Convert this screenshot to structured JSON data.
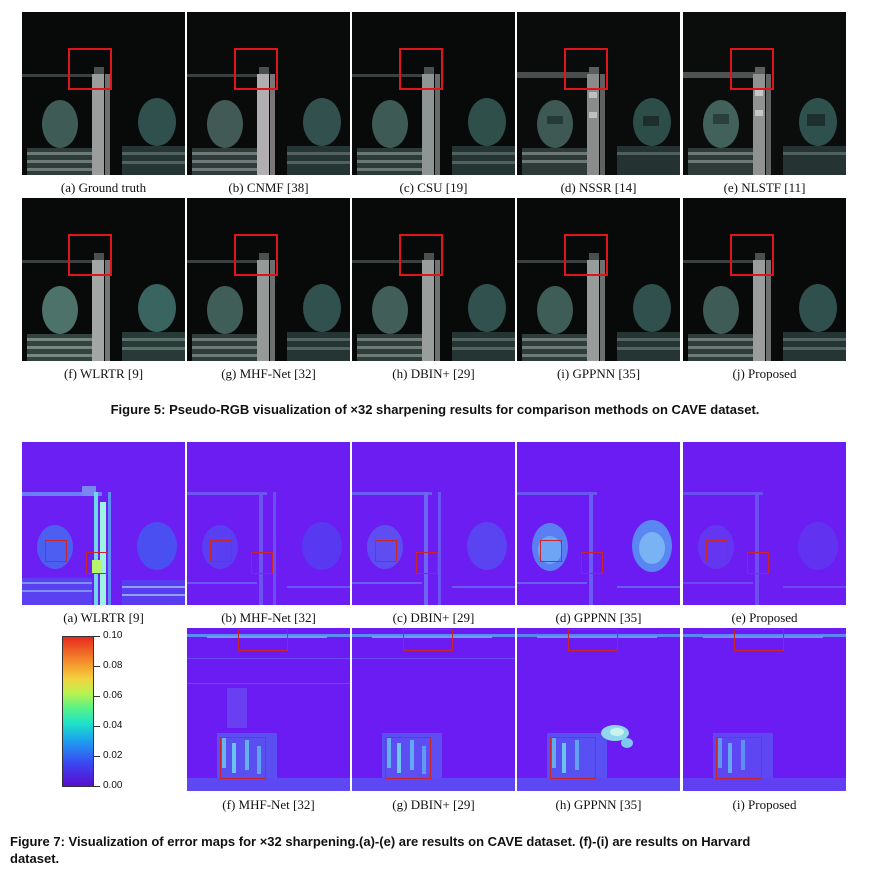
{
  "figure5": {
    "row1_labels": [
      "(a) Ground truth",
      "(b) CNMF [38]",
      "(c) CSU [19]",
      "(d) NSSR [14]",
      "(e) NLSTF [11]"
    ],
    "row2_labels": [
      "(f) WLRTR [9]",
      "(g) MHF-Net [32]",
      "(h) DBIN+ [29]",
      "(i) GPPNN [35]",
      "(j) Proposed"
    ],
    "caption": "Figure 5: Pseudo-RGB visualization of ×32 sharpening results for comparison methods on CAVE dataset."
  },
  "figure7": {
    "row1_labels": [
      "(a) WLRTR [9]",
      "(b) MHF-Net [32]",
      "(c) DBIN+ [29]",
      "(d) GPPNN [35]",
      "(e) Proposed"
    ],
    "row2_labels": [
      "(f) MHF-Net [32]",
      "(g) DBIN+ [29]",
      "(h) GPPNN [35]",
      "(i) Proposed"
    ],
    "colorbar_ticks": [
      "0.10",
      "0.08",
      "0.06",
      "0.04",
      "0.02",
      "0.00"
    ],
    "caption_line1": "Figure 7: Visualization of error maps for ×32 sharpening.(a)-(e) are results on CAVE dataset. (f)-(i) are results on Harvard",
    "caption_line2": "dataset."
  },
  "colors": {
    "highlight_box": "#e0151b",
    "error_background": "#6b1cf2"
  }
}
